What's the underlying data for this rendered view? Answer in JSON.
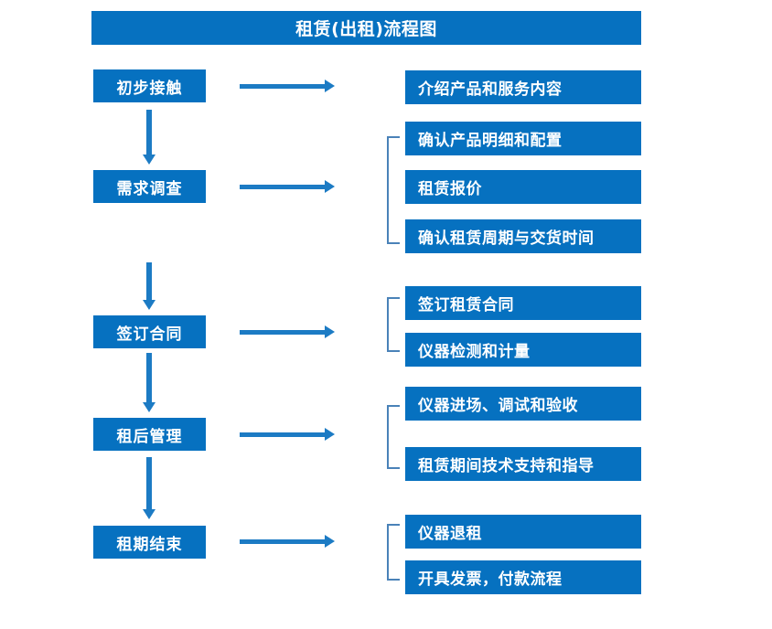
{
  "diagram": {
    "title": "租赁(出租)流程图",
    "colors": {
      "box_blue": "#0671c0",
      "arrow_blue": "#1c7bc4",
      "bracket_blue": "#4a82b8",
      "text_white": "#ffffff",
      "background": "#ffffff"
    },
    "stages": [
      {
        "id": "stage-1",
        "label": "初步接触",
        "details": [
          "介绍产品和服务内容"
        ],
        "has_bracket": false
      },
      {
        "id": "stage-2",
        "label": "需求调查",
        "details": [
          "确认产品明细和配置",
          "租赁报价",
          "确认租赁周期与交货时间"
        ],
        "has_bracket": true
      },
      {
        "id": "stage-3",
        "label": "签订合同",
        "details": [
          "签订租赁合同",
          "仪器检测和计量"
        ],
        "has_bracket": true
      },
      {
        "id": "stage-4",
        "label": "租后管理",
        "details": [
          "仪器进场、调试和验收",
          "租赁期间技术支持和指导"
        ],
        "has_bracket": true
      },
      {
        "id": "stage-5",
        "label": "租期结束",
        "details": [
          "仪器退租",
          "开具发票，付款流程"
        ],
        "has_bracket": true
      }
    ],
    "detail_boxes": [
      "介绍产品和服务内容",
      "确认产品明细和配置",
      "租赁报价",
      "确认租赁周期与交货时间",
      "签订租赁合同",
      "仪器检测和计量",
      "仪器进场、调试和验收",
      "租赁期间技术支持和指导",
      "仪器退租",
      "开具发票，付款流程"
    ],
    "connectors": {
      "right_arrow_icon": "arrow-right-icon",
      "down_arrow_icon": "arrow-down-icon",
      "bracket_icon": "group-bracket-icon",
      "right_arrow_count": 5,
      "down_arrow_count": 4,
      "bracket_count": 4
    }
  }
}
